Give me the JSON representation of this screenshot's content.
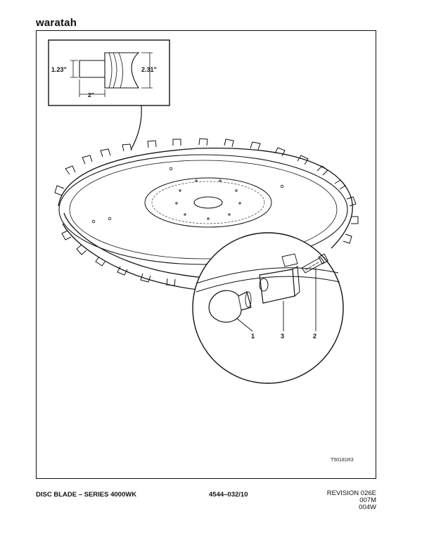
{
  "header": {
    "brand": "waratah"
  },
  "figure": {
    "inset_dimensions": {
      "height_left": "1.23\"",
      "height_right": "2.31\"",
      "length": "2\""
    },
    "callouts": [
      "1",
      "3",
      "2"
    ],
    "reference_code": "T50181R3"
  },
  "footer": {
    "title": "DISC BLADE – SERIES 4000WK",
    "part_number": "4544–032/10",
    "revision_lines": [
      "REVISION 026E",
      "007M",
      "004W"
    ]
  }
}
